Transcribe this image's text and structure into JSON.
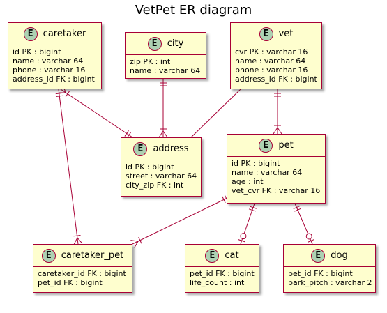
{
  "title": "VetPet ER diagram",
  "entity_badge": "E",
  "colors": {
    "entity_fill": "#FEFECE",
    "entity_border": "#A80036",
    "badge_fill": "#ADD1B2"
  },
  "entities": {
    "caretaker": {
      "name": "caretaker",
      "attributes": [
        "id PK : bigint",
        "name : varchar 64",
        "phone : varchar 16",
        "address_id FK : bigint"
      ]
    },
    "city": {
      "name": "city",
      "attributes": [
        "zip PK : int",
        "name : varchar 64"
      ]
    },
    "vet": {
      "name": "vet",
      "attributes": [
        "cvr PK : varchar 16",
        "name : varchar 64",
        "phone : varchar 16",
        "address_id FK : bigint"
      ]
    },
    "address": {
      "name": "address",
      "attributes": [
        "id PK : bigint",
        "street : varchar 64",
        "city_zip FK : int"
      ]
    },
    "pet": {
      "name": "pet",
      "attributes": [
        "id PK : bigint",
        "name : varchar 64",
        "age : int",
        "vet_cvr FK : varchar 16"
      ]
    },
    "caretaker_pet": {
      "name": "caretaker_pet",
      "attributes": [
        "caretaker_id FK : bigint",
        "pet_id FK : bigint"
      ]
    },
    "cat": {
      "name": "cat",
      "attributes": [
        "pet_id FK : bigint",
        "life_count : int"
      ]
    },
    "dog": {
      "name": "dog",
      "attributes": [
        "pet_id FK : bigint",
        "bark_pitch : varchar 2"
      ]
    }
  },
  "relationships": [
    {
      "from": "caretaker",
      "to": "address",
      "from_end": "one-or-many",
      "to_end": "exactly-one"
    },
    {
      "from": "city",
      "to": "address",
      "from_end": "exactly-one",
      "to_end": "one-or-many"
    },
    {
      "from": "vet",
      "to": "address",
      "from_end": "none",
      "to_end": "none"
    },
    {
      "from": "vet",
      "to": "pet",
      "from_end": "exactly-one",
      "to_end": "one-or-many"
    },
    {
      "from": "caretaker",
      "to": "caretaker_pet",
      "from_end": "exactly-one",
      "to_end": "one-or-many"
    },
    {
      "from": "pet",
      "to": "caretaker_pet",
      "from_end": "exactly-one",
      "to_end": "one-or-many"
    },
    {
      "from": "pet",
      "to": "cat",
      "from_end": "exactly-one",
      "to_end": "zero-or-one"
    },
    {
      "from": "pet",
      "to": "dog",
      "from_end": "exactly-one",
      "to_end": "zero-or-one"
    }
  ]
}
